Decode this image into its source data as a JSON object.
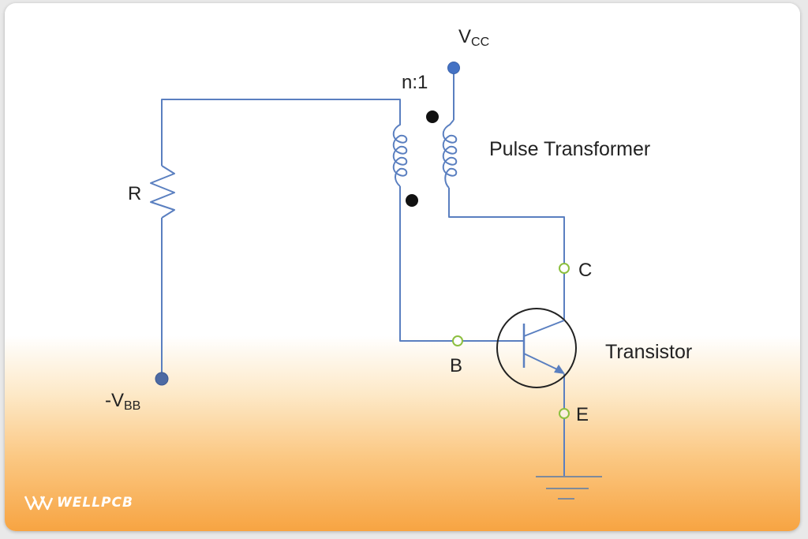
{
  "labels": {
    "vcc_main": "V",
    "vcc_sub": "CC",
    "ratio": "n:1",
    "pulse_transformer": "Pulse Transformer",
    "resistor": "R",
    "collector": "C",
    "base": "B",
    "emitter": "E",
    "transistor": "Transistor",
    "vbb_main": "-V",
    "vbb_sub": "BB"
  },
  "logo": {
    "text": "WELLPCB"
  },
  "colors": {
    "wire": "#5a7fc0",
    "terminal_dot": "#4472c4",
    "node_ring": "#8cbf3f",
    "ground": "#7f8a9a",
    "polarity_dot": "#111111",
    "background_bottom": "#f7a442"
  },
  "icons": {
    "logo": "wellpcb-w-logo-icon"
  }
}
